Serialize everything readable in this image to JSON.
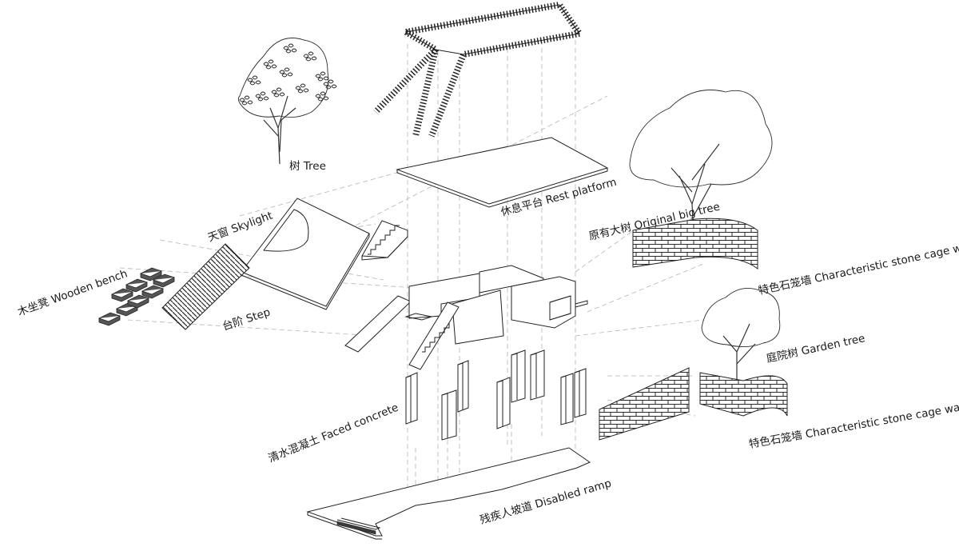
{
  "labels": {
    "tree": "树 Tree",
    "rest_platform": "休息平台 Rest platform",
    "skylight": "天窗 Skylight",
    "wooden_bench": "木坐凳 Wooden bench",
    "step": "台阶 Step",
    "original_big_tree": "原有大树 Original big tree",
    "stone_wall_upper": "特色石笼墙 Characteristic stone cage wall",
    "garden_tree": "庭院树 Garden tree",
    "faced_concrete": "清水混凝土 Faced concrete",
    "stone_wall_lower": "特色石笼墙 Characteristic stone cage wall",
    "disabled_ramp": "残疾人坡道 Disabled ramp"
  },
  "colors": {
    "line": "#222222",
    "guide": "#b9b3ad",
    "foliage": "#2e2e2e"
  }
}
